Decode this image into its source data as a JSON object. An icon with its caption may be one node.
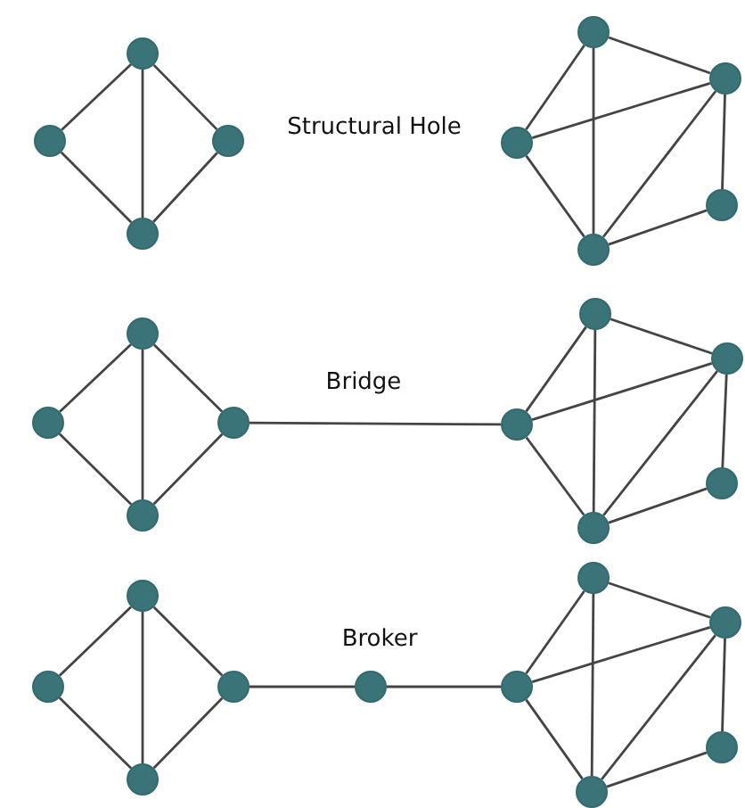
{
  "diagram": {
    "nodes": [
      {
        "text": [],
        "shape": "circle"
      },
      {
        "text": [],
        "shape": "circle"
      },
      {
        "text": [],
        "shape": "circle"
      },
      {
        "text": [],
        "shape": "circle"
      },
      {
        "text": [],
        "shape": "circle"
      },
      {
        "text": [],
        "shape": "circle"
      },
      {
        "text": [],
        "shape": "circle"
      },
      {
        "text": [],
        "shape": "circle"
      },
      {
        "text": [],
        "shape": "circle"
      },
      {
        "text": [],
        "shape": "circle"
      },
      {
        "text": [],
        "shape": "circle"
      },
      {
        "text": [],
        "shape": "circle"
      },
      {
        "text": [],
        "shape": "circle"
      },
      {
        "text": [],
        "shape": "circle"
      },
      {
        "text": [],
        "shape": "circle"
      },
      {
        "text": [],
        "shape": "circle"
      },
      {
        "text": [],
        "shape": "circle"
      },
      {
        "text": [],
        "shape": "circle"
      },
      {
        "text": [],
        "shape": "circle"
      },
      {
        "text": [],
        "shape": "circle"
      },
      {
        "text": [],
        "shape": "circle"
      },
      {
        "text": [],
        "shape": "circle"
      },
      {
        "text": [],
        "shape": "circle"
      },
      {
        "text": [],
        "shape": "circle"
      },
      {
        "text": [],
        "shape": "circle"
      },
      {
        "text": [],
        "shape": "circle"
      },
      {
        "text": [],
        "shape": "circle"
      },
      {
        "text": [],
        "shape": "circle"
      }
    ],
    "edges": [
      {
        "from": 0,
        "to": 1,
        "arrow": "none"
      },
      {
        "from": 0,
        "to": 2,
        "arrow": "none"
      },
      {
        "from": 0,
        "to": 3,
        "arrow": "none"
      },
      {
        "from": 1,
        "to": 3,
        "arrow": "none"
      },
      {
        "from": 2,
        "to": 3,
        "arrow": "none"
      },
      {
        "from": 4,
        "to": 6,
        "arrow": "none"
      },
      {
        "from": 4,
        "to": 5,
        "arrow": "none"
      },
      {
        "from": 4,
        "to": 8,
        "arrow": "none"
      },
      {
        "from": 6,
        "to": 5,
        "arrow": "none"
      },
      {
        "from": 6,
        "to": 8,
        "arrow": "none"
      },
      {
        "from": 5,
        "to": 8,
        "arrow": "none"
      },
      {
        "from": 5,
        "to": 7,
        "arrow": "none"
      },
      {
        "from": 7,
        "to": 8,
        "arrow": "none"
      },
      {
        "from": 9,
        "to": 10,
        "arrow": "none"
      },
      {
        "from": 9,
        "to": 11,
        "arrow": "none"
      },
      {
        "from": 9,
        "to": 12,
        "arrow": "none"
      },
      {
        "from": 10,
        "to": 12,
        "arrow": "none"
      },
      {
        "from": 11,
        "to": 12,
        "arrow": "none"
      },
      {
        "from": 13,
        "to": 15,
        "arrow": "none"
      },
      {
        "from": 13,
        "to": 14,
        "arrow": "none"
      },
      {
        "from": 13,
        "to": 17,
        "arrow": "none"
      },
      {
        "from": 15,
        "to": 14,
        "arrow": "none"
      },
      {
        "from": 15,
        "to": 17,
        "arrow": "none"
      },
      {
        "from": 14,
        "to": 17,
        "arrow": "none"
      },
      {
        "from": 14,
        "to": 16,
        "arrow": "none"
      },
      {
        "from": 16,
        "to": 17,
        "arrow": "none"
      },
      {
        "from": 11,
        "to": 15,
        "arrow": "none"
      },
      {
        "from": 18,
        "to": 19,
        "arrow": "none"
      },
      {
        "from": 18,
        "to": 20,
        "arrow": "none"
      },
      {
        "from": 18,
        "to": 21,
        "arrow": "none"
      },
      {
        "from": 19,
        "to": 21,
        "arrow": "none"
      },
      {
        "from": 20,
        "to": 21,
        "arrow": "none"
      },
      {
        "from": 23,
        "to": 25,
        "arrow": "none"
      },
      {
        "from": 23,
        "to": 24,
        "arrow": "none"
      },
      {
        "from": 23,
        "to": 27,
        "arrow": "none"
      },
      {
        "from": 25,
        "to": 24,
        "arrow": "none"
      },
      {
        "from": 25,
        "to": 27,
        "arrow": "none"
      },
      {
        "from": 24,
        "to": 27,
        "arrow": "none"
      },
      {
        "from": 24,
        "to": 26,
        "arrow": "none"
      },
      {
        "from": 26,
        "to": 27,
        "arrow": "none"
      },
      {
        "from": 20,
        "to": 22,
        "arrow": "none"
      },
      {
        "from": 22,
        "to": 25,
        "arrow": "none"
      }
    ],
    "labels": [
      "Structural Hole",
      "Bridge",
      "Broker"
    ]
  }
}
